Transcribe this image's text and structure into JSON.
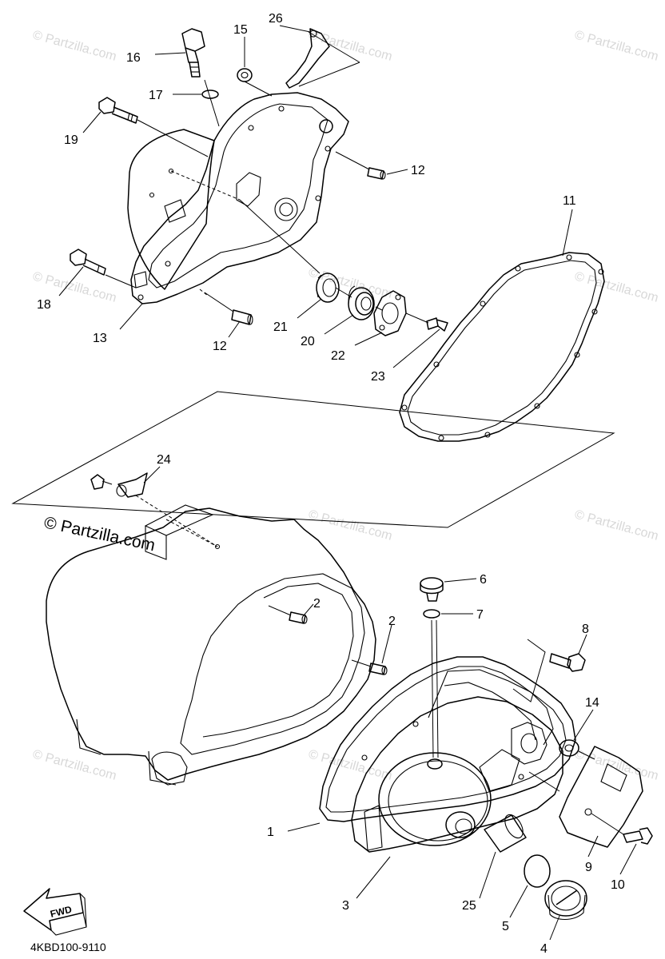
{
  "watermark": {
    "text": "© Partzilla.com"
  },
  "brand": {
    "text": "© Partzilla.com"
  },
  "diagram_code": "4KBD100-9110",
  "fwd_label": "FWD",
  "callouts": [
    "1",
    "2",
    "2",
    "3",
    "4",
    "5",
    "6",
    "7",
    "8",
    "9",
    "10",
    "11",
    "12",
    "12",
    "13",
    "14",
    "15",
    "16",
    "17",
    "18",
    "19",
    "20",
    "21",
    "22",
    "23",
    "24",
    "25",
    "26"
  ]
}
